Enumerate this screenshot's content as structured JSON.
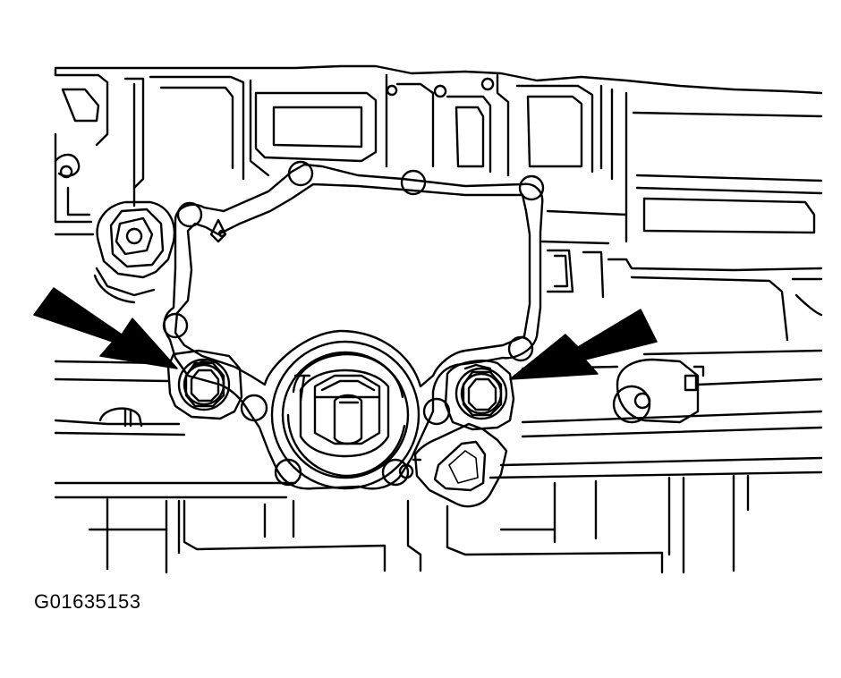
{
  "figure": {
    "id_code": "G01635153",
    "style": {
      "ink": "#000000",
      "paper": "#ffffff"
    }
  },
  "parts": [
    {
      "name": "engine-block",
      "icon": "engine-block-outline"
    },
    {
      "name": "cover-plate",
      "icon": "cover-plate-outline"
    },
    {
      "name": "center-shaft-nut",
      "icon": "hex-nut"
    },
    {
      "name": "upper-left-plug",
      "icon": "hex-plug"
    },
    {
      "name": "left-mounting-bolt",
      "icon": "hex-bolt-with-washer"
    },
    {
      "name": "right-mounting-bolt",
      "icon": "hex-bolt-with-washer"
    }
  ],
  "callouts": [
    {
      "name": "left-arrow",
      "points_to": "left-mounting-bolt"
    },
    {
      "name": "right-arrow",
      "points_to": "right-mounting-bolt"
    }
  ]
}
